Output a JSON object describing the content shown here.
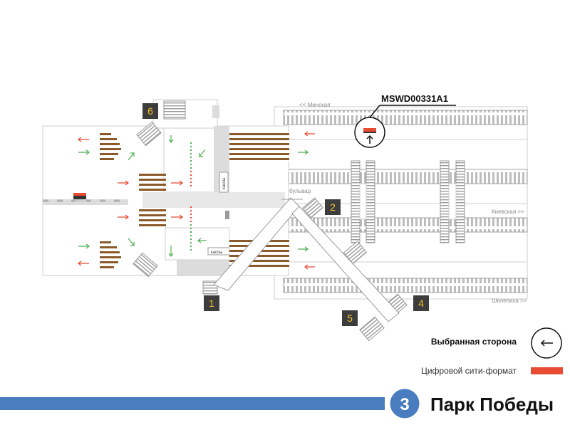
{
  "ad_code": "MSWD00331A1",
  "directions": {
    "minskaya": "<< Минская",
    "kievskaya": "Киевская >>",
    "shelepikha": "Шелепиха >>",
    "slavyansky": "<< Славянский бульвар"
  },
  "kassy_vertical": "кассы",
  "kassy": "кассы",
  "exits": [
    "1",
    "2",
    "4",
    "5",
    "6"
  ],
  "legend": {
    "selected_side": "Выбранная сторона",
    "digital_cityformat": "Цифровой сити-формат"
  },
  "station": {
    "line_number": "3",
    "name": "Парк Победы"
  },
  "colors": {
    "line": "#4a7cc0",
    "marker": "#e84a32",
    "stairs": "#8a5a2b",
    "exit_box": "#3d3d3d",
    "exit_text": "#f2c12e"
  }
}
